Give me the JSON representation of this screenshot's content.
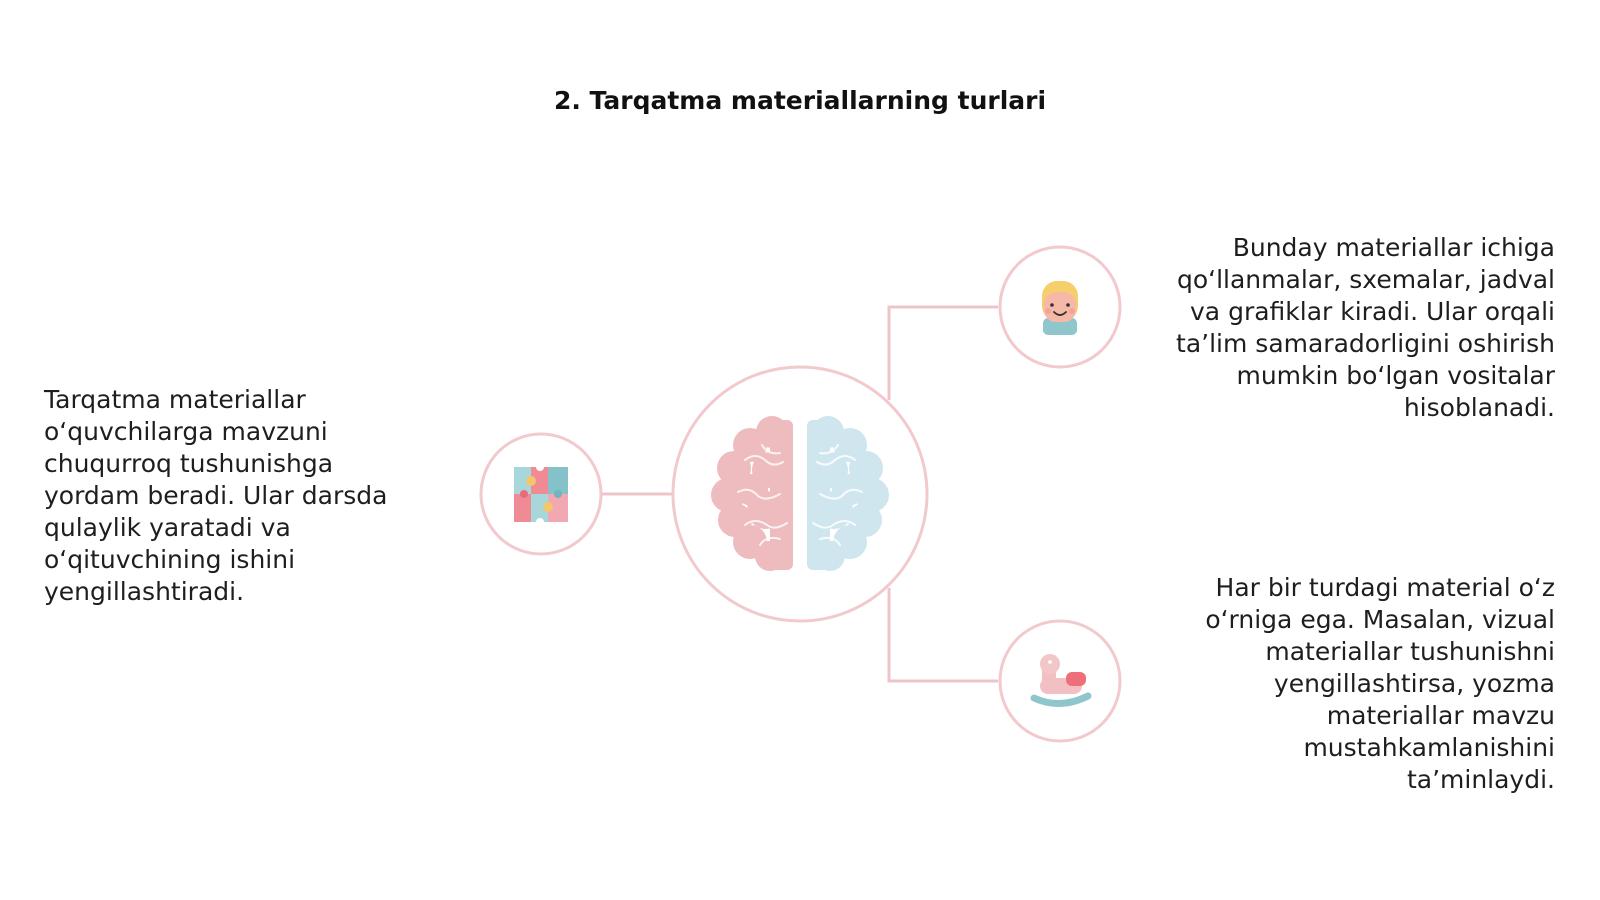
{
  "title": "2. Tarqatma materiallarning turlari",
  "colors": {
    "circle_stroke": "#f2c9cc",
    "connector": "#efc4c8",
    "brain_left": "#eebbbf",
    "brain_right": "#cfe6ee"
  },
  "nodes": {
    "center": {
      "icon": "brain-icon"
    },
    "left": {
      "icon": "puzzle-icon",
      "text": "Tarqatma materiallar\no‘quvchilarga mavzuni\nchuqurroq tushunishga\nyordam beradi. Ular darsda\nqulaylik yaratadi va\no‘qituvchining ishini\nyengillashtiradi."
    },
    "top_right": {
      "icon": "child-face-icon",
      "text": "Bunday materiallar ichiga\nqo‘llanmalar, sxemalar, jadval\nva grafiklar kiradi. Ular orqali\nta’lim samaradorligini oshirish\nmumkin bo‘lgan vositalar\nhisoblanadi."
    },
    "bottom_right": {
      "icon": "rocking-horse-icon",
      "text": "Har bir turdagi material o‘z\no‘rniga ega. Masalan, vizual\nmateriallar tushunishni\nyengillashtirsa, yozma\nmateriallar mavzu\nmustahkamlanishini\nta’minlaydi."
    }
  }
}
